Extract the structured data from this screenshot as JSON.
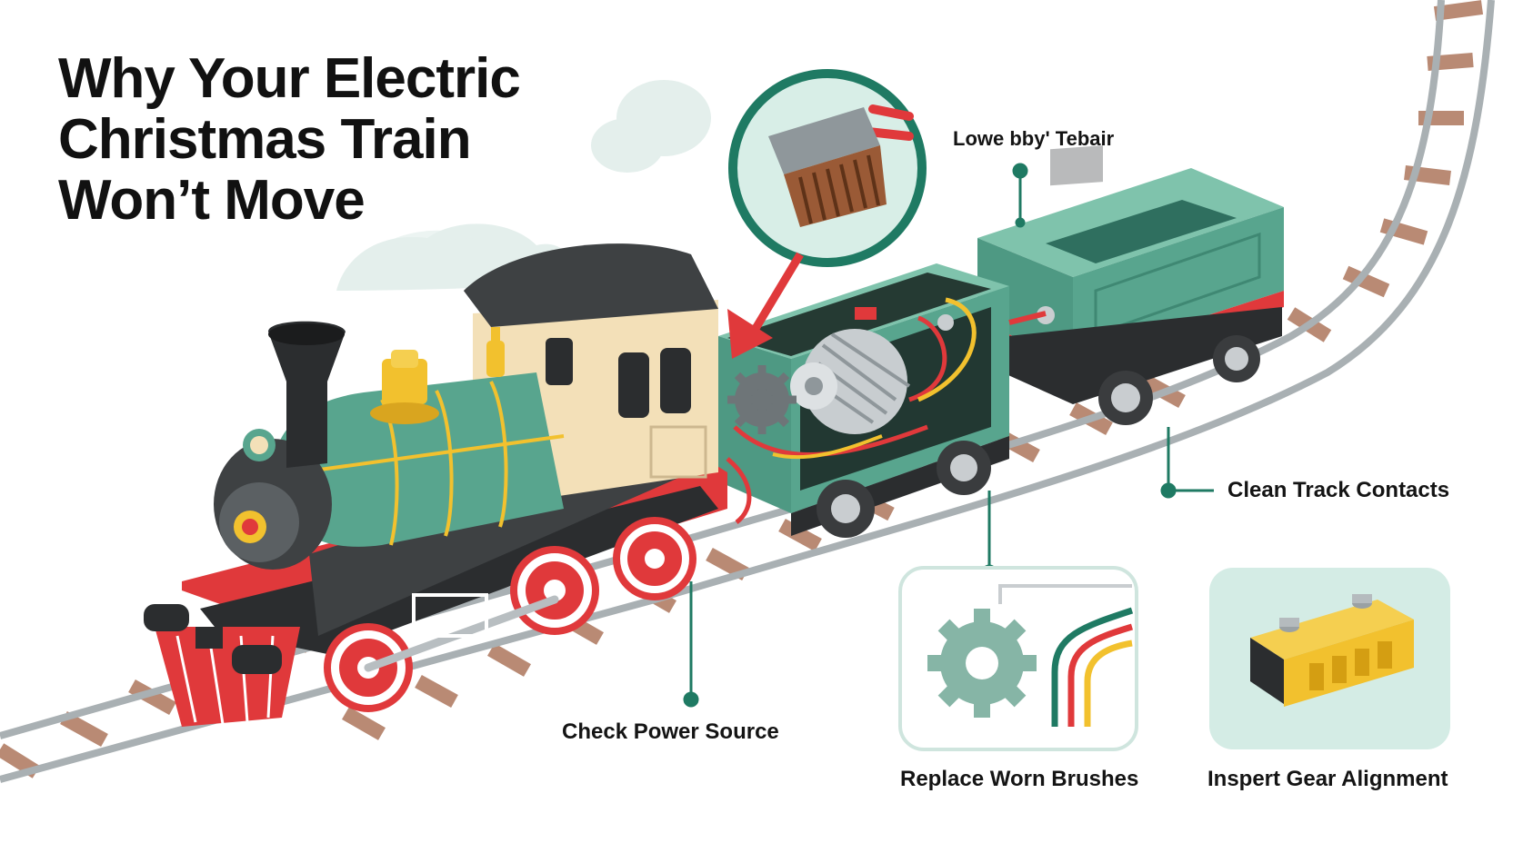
{
  "title_lines": [
    "Why Your Electric",
    "Christmas Train",
    "Won’t Move"
  ],
  "callouts": {
    "top_label": "Lowe bby' Tebair",
    "clean_track": "Clean Track Contacts",
    "check_power": "Check Power Source",
    "replace_brushes": "Replace Worn Brushes",
    "inspect_gear": "Inspert Gear Alignment"
  },
  "icons": {
    "zoom": "carbon-brush-icon",
    "brushes_card": "gear-and-wires-icon",
    "gear_card": "battery-icon"
  },
  "colors": {
    "train_green": "#58a58e",
    "dark_green": "#2f6f5f",
    "red_accent": "#e0393b",
    "cream": "#f3e0b8",
    "charcoal": "#3e4143",
    "gold": "#f2c12e",
    "rail_grey": "#a9b0b3",
    "tie_brown": "#b98a74",
    "callout_teal": "#1f7a63",
    "card_mint": "#d4ece5"
  }
}
